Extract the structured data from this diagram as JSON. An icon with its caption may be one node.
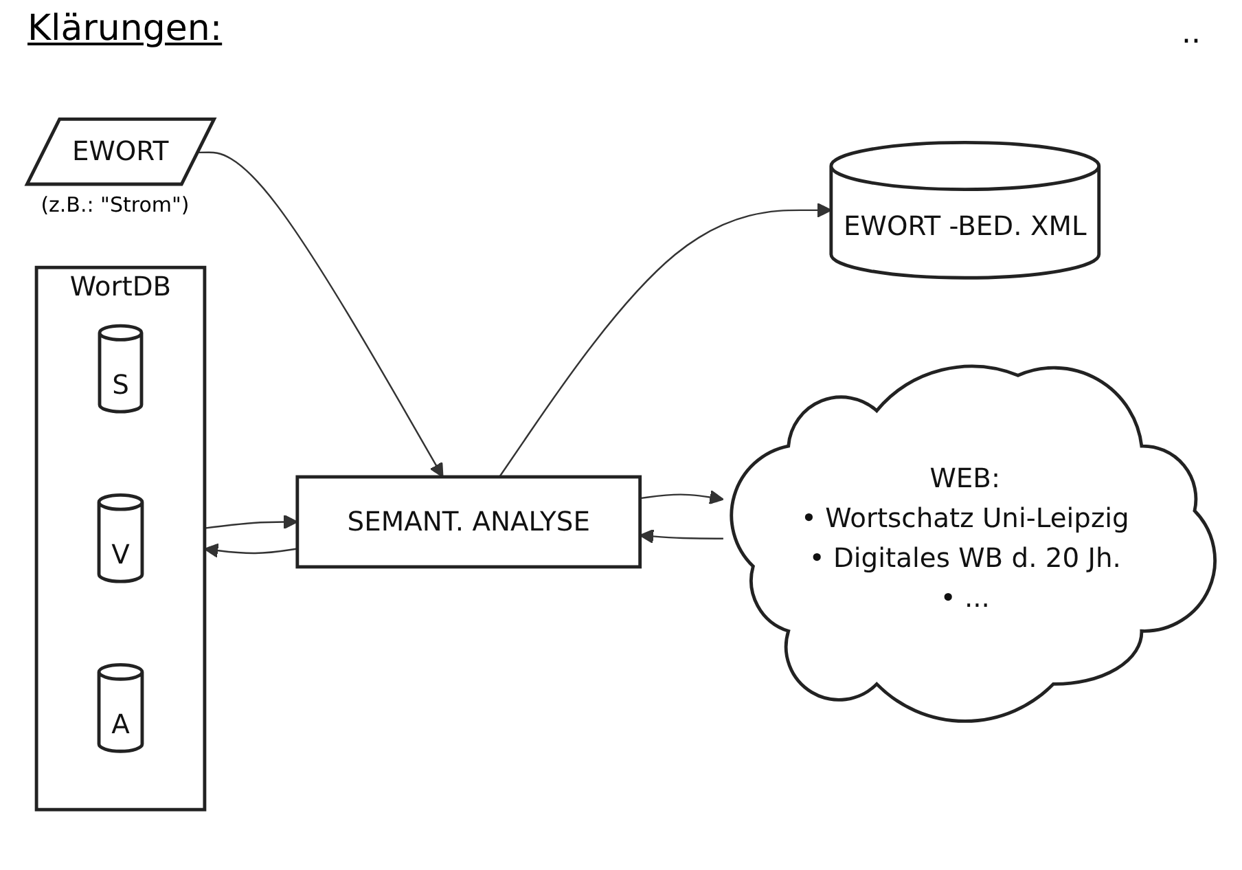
{
  "diagram": {
    "title": "Klärungen:",
    "nodes": [
      {
        "text": [
          "EWORT"
        ],
        "beside": [
          "(z.B.: \"Strom\")"
        ]
      },
      {
        "text": [
          "SEMANT. ANALYSE"
        ]
      },
      {
        "text": [
          "WortDB"
        ]
      },
      {
        "text": [
          "S"
        ],
        "in": 2
      },
      {
        "text": [
          "V"
        ],
        "in": 2
      },
      {
        "text": [
          "A"
        ],
        "in": 2
      },
      {
        "text": [
          "EWORT -BED. XML"
        ]
      },
      {
        "text": [
          "WEB:",
          "• Wortschatz Uni-Leipzig",
          "• Digitales WB d. 20 Jh.",
          "• ..."
        ]
      }
    ],
    "edges": [
      {
        "from": 0,
        "to": 1,
        "arrow": "to"
      },
      {
        "from": 1,
        "to": 2,
        "arrow": "to"
      },
      {
        "from": 2,
        "to": 1,
        "arrow": "to"
      },
      {
        "from": 1,
        "to": 6,
        "arrow": "to"
      },
      {
        "from": 1,
        "to": 7,
        "arrow": "to"
      },
      {
        "from": 7,
        "to": 1,
        "arrow": "to"
      }
    ],
    "labels": [
      ".."
    ]
  }
}
